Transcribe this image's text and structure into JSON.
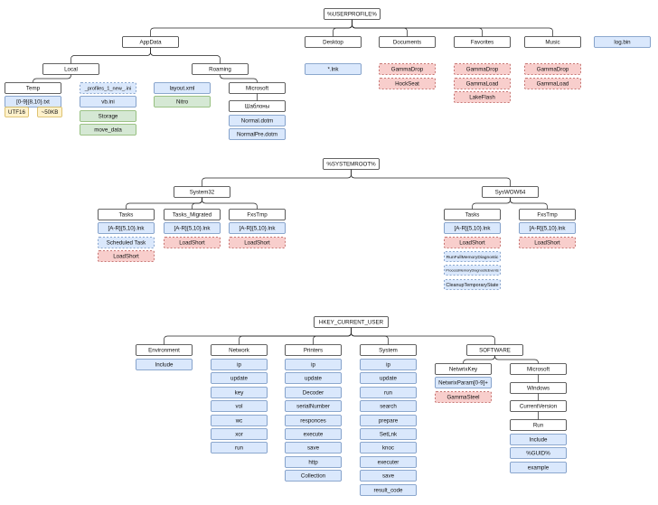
{
  "colors": {
    "header_fill": "#ffffff",
    "header_stroke": "#333333",
    "blue_fill": "#dae8fc",
    "blue_stroke": "#6c8ebf",
    "red_fill": "#f8cecc",
    "red_stroke": "#b85450",
    "green_fill": "#d5e8d4",
    "green_stroke": "#82b366",
    "yellow_fill": "#fff2cc",
    "yellow_stroke": "#d6b656",
    "edge": "#222222",
    "text": "#111111"
  },
  "diagram": {
    "nodes": [
      {
        "id": "userprofile",
        "label": "%USERPROFILE%",
        "style": "header"
      },
      {
        "id": "appdata",
        "label": "AppData",
        "style": "header"
      },
      {
        "id": "desktop",
        "label": "Desktop",
        "style": "header"
      },
      {
        "id": "documents",
        "label": "Documents",
        "style": "header"
      },
      {
        "id": "favorites",
        "label": "Favorites",
        "style": "header"
      },
      {
        "id": "music",
        "label": "Music",
        "style": "header"
      },
      {
        "id": "loglbin",
        "label": "log.bin",
        "style": "blue"
      },
      {
        "id": "local",
        "label": "Local",
        "style": "header"
      },
      {
        "id": "roaming",
        "label": "Roaming",
        "style": "header"
      },
      {
        "id": "temp",
        "label": "Temp",
        "style": "header"
      },
      {
        "id": "temp_txt",
        "label": "[0-9]{8,10}.txt",
        "style": "blue"
      },
      {
        "id": "utf16",
        "label": "UTF16",
        "style": "yellow"
      },
      {
        "id": "size50",
        "label": "~50KB",
        "style": "yellow"
      },
      {
        "id": "profiles_ini",
        "label": "_profiles_1_new_.ini",
        "style": "blue-dashed"
      },
      {
        "id": "vb_ini",
        "label": "vb.ini",
        "style": "blue"
      },
      {
        "id": "storage",
        "label": "Storage",
        "style": "green"
      },
      {
        "id": "move_data",
        "label": "move_data",
        "style": "green"
      },
      {
        "id": "layout_xml",
        "label": "layout.xml",
        "style": "blue"
      },
      {
        "id": "nitro",
        "label": "Nitro",
        "style": "green"
      },
      {
        "id": "microsoft_r",
        "label": "Microsoft",
        "style": "header"
      },
      {
        "id": "shablony",
        "label": "Шаблоны",
        "style": "header"
      },
      {
        "id": "normal_dotm",
        "label": "Normal.dotm",
        "style": "blue"
      },
      {
        "id": "normalpre_dotm",
        "label": "NormalPre.dotm",
        "style": "blue"
      },
      {
        "id": "desktop_lnk",
        "label": "*.lnk",
        "style": "blue"
      },
      {
        "id": "doc_gammadrop",
        "label": "GammaDrop",
        "style": "red-dashed"
      },
      {
        "id": "doc_hockseat",
        "label": "HockSeat",
        "style": "red-dashed"
      },
      {
        "id": "fav_gammadrop",
        "label": "GammaDrop",
        "style": "red-dashed"
      },
      {
        "id": "fav_gammaload",
        "label": "GammaLoad",
        "style": "red-dashed"
      },
      {
        "id": "fav_lakeflash",
        "label": "LakeFlash",
        "style": "red-dashed"
      },
      {
        "id": "mus_gammadrop",
        "label": "GammaDrop",
        "style": "red-dashed"
      },
      {
        "id": "mus_gammaload",
        "label": "GammaLoad",
        "style": "red-dashed"
      },
      {
        "id": "systemroot",
        "label": "%SYSTEMROOT%",
        "style": "header"
      },
      {
        "id": "system32",
        "label": "System32",
        "style": "header"
      },
      {
        "id": "syswow64",
        "label": "SysWOW64",
        "style": "header"
      },
      {
        "id": "s32_tasks",
        "label": "Tasks",
        "style": "header"
      },
      {
        "id": "s32_tasks_migrated",
        "label": "Tasks_Migrated",
        "style": "header"
      },
      {
        "id": "s32_fxstmp",
        "label": "FxsTmp",
        "style": "header"
      },
      {
        "id": "s32_tasks_lnk",
        "label": "[A-R]{5,10}.lnk",
        "style": "blue"
      },
      {
        "id": "s32_sched",
        "label": "Scheduled Task",
        "style": "blue-dashed"
      },
      {
        "id": "s32_loadshort1",
        "label": "LoadShort",
        "style": "red-dashed"
      },
      {
        "id": "s32_tm_lnk",
        "label": "[A-R]{5,10}.lnk",
        "style": "blue"
      },
      {
        "id": "s32_tm_loadshort",
        "label": "LoadShort",
        "style": "red-dashed"
      },
      {
        "id": "s32_fx_lnk",
        "label": "[A-R]{5,10}.lnk",
        "style": "blue"
      },
      {
        "id": "s32_fx_loadshort",
        "label": "LoadShort",
        "style": "red-dashed"
      },
      {
        "id": "w64_tasks",
        "label": "Tasks",
        "style": "header"
      },
      {
        "id": "w64_fxstmp",
        "label": "FxsTmp",
        "style": "header"
      },
      {
        "id": "w64_tasks_lnk",
        "label": "[A-R]{5,10}.lnk",
        "style": "blue"
      },
      {
        "id": "w64_loadshort",
        "label": "LoadShort",
        "style": "red-dashed"
      },
      {
        "id": "w64_runfull",
        "label": "RunFullMemoryDiagnostic",
        "style": "blue-dashed"
      },
      {
        "id": "w64_procmem",
        "label": "ProcessMemoryDiagnosticEvents",
        "style": "blue-dashed"
      },
      {
        "id": "w64_cleanup",
        "label": "CleanupTemporaryState",
        "style": "blue-dashed"
      },
      {
        "id": "w64_fx_lnk",
        "label": "[A-R]{5,10}.lnk",
        "style": "blue"
      },
      {
        "id": "w64_fx_loadshort",
        "label": "LoadShort",
        "style": "red-dashed"
      },
      {
        "id": "hkcu",
        "label": "HKEY_CURRENT_USER",
        "style": "header"
      },
      {
        "id": "environment",
        "label": "Environment",
        "style": "header"
      },
      {
        "id": "network",
        "label": "Network",
        "style": "header"
      },
      {
        "id": "printers",
        "label": "Printers",
        "style": "header"
      },
      {
        "id": "system",
        "label": "System",
        "style": "header"
      },
      {
        "id": "software",
        "label": "SOFTWARE",
        "style": "header"
      },
      {
        "id": "env_include",
        "label": "Include",
        "style": "blue"
      },
      {
        "id": "net_ip",
        "label": "ip",
        "style": "blue"
      },
      {
        "id": "net_update",
        "label": "update",
        "style": "blue"
      },
      {
        "id": "net_key",
        "label": "key",
        "style": "blue"
      },
      {
        "id": "net_vol",
        "label": "vol",
        "style": "blue"
      },
      {
        "id": "net_wc",
        "label": "wc",
        "style": "blue"
      },
      {
        "id": "net_xor",
        "label": "xor",
        "style": "blue"
      },
      {
        "id": "net_run",
        "label": "run",
        "style": "blue"
      },
      {
        "id": "prn_ip",
        "label": "ip",
        "style": "blue"
      },
      {
        "id": "prn_update",
        "label": "update",
        "style": "blue"
      },
      {
        "id": "prn_decoder",
        "label": "Decoder",
        "style": "blue"
      },
      {
        "id": "prn_serial",
        "label": "serialNumber",
        "style": "blue"
      },
      {
        "id": "prn_responces",
        "label": "responces",
        "style": "blue"
      },
      {
        "id": "prn_execute",
        "label": "execute",
        "style": "blue"
      },
      {
        "id": "prn_save",
        "label": "save",
        "style": "blue"
      },
      {
        "id": "prn_http",
        "label": "http",
        "style": "blue"
      },
      {
        "id": "prn_collection",
        "label": "Collection",
        "style": "blue"
      },
      {
        "id": "sys_ip",
        "label": "ip",
        "style": "blue"
      },
      {
        "id": "sys_update",
        "label": "update",
        "style": "blue"
      },
      {
        "id": "sys_run",
        "label": "run",
        "style": "blue"
      },
      {
        "id": "sys_search",
        "label": "search",
        "style": "blue"
      },
      {
        "id": "sys_prepare",
        "label": "prepare",
        "style": "blue"
      },
      {
        "id": "sys_setlnk",
        "label": "SetLnk",
        "style": "blue"
      },
      {
        "id": "sys_knoc",
        "label": "knoc",
        "style": "blue"
      },
      {
        "id": "sys_executer",
        "label": "executer",
        "style": "blue"
      },
      {
        "id": "sys_save",
        "label": "save",
        "style": "blue"
      },
      {
        "id": "sys_result",
        "label": "result_code",
        "style": "blue"
      },
      {
        "id": "netwrixkey",
        "label": "NetwrixKey",
        "style": "header"
      },
      {
        "id": "sw_microsoft",
        "label": "Microsoft",
        "style": "header"
      },
      {
        "id": "netwrixparam",
        "label": "NetwrixParam[0-9]+",
        "style": "blue"
      },
      {
        "id": "gammasteel",
        "label": "GammaSteel",
        "style": "red-dashed"
      },
      {
        "id": "windows",
        "label": "Windows",
        "style": "header"
      },
      {
        "id": "currentversion",
        "label": "CurrentVersion",
        "style": "header"
      },
      {
        "id": "run_key",
        "label": "Run",
        "style": "header"
      },
      {
        "id": "run_include",
        "label": "Include",
        "style": "blue"
      },
      {
        "id": "run_guid",
        "label": "%GUID%",
        "style": "blue"
      },
      {
        "id": "run_example",
        "label": "example",
        "style": "blue"
      }
    ],
    "edges": [
      [
        "userprofile",
        "appdata"
      ],
      [
        "userprofile",
        "desktop"
      ],
      [
        "userprofile",
        "documents"
      ],
      [
        "userprofile",
        "favorites"
      ],
      [
        "userprofile",
        "music"
      ],
      [
        "appdata",
        "local"
      ],
      [
        "appdata",
        "roaming"
      ],
      [
        "local",
        "temp"
      ],
      [
        "roaming",
        "microsoft_r"
      ],
      [
        "microsoft_r",
        "shablony"
      ],
      [
        "systemroot",
        "system32"
      ],
      [
        "systemroot",
        "syswow64"
      ],
      [
        "system32",
        "s32_tasks"
      ],
      [
        "system32",
        "s32_tasks_migrated"
      ],
      [
        "system32",
        "s32_fxstmp"
      ],
      [
        "syswow64",
        "w64_tasks"
      ],
      [
        "syswow64",
        "w64_fxstmp"
      ],
      [
        "hkcu",
        "environment"
      ],
      [
        "hkcu",
        "network"
      ],
      [
        "hkcu",
        "printers"
      ],
      [
        "hkcu",
        "system"
      ],
      [
        "hkcu",
        "software"
      ],
      [
        "software",
        "netwrixkey"
      ],
      [
        "software",
        "sw_microsoft"
      ],
      [
        "sw_microsoft",
        "windows"
      ],
      [
        "windows",
        "currentversion"
      ],
      [
        "currentversion",
        "run_key"
      ]
    ]
  }
}
